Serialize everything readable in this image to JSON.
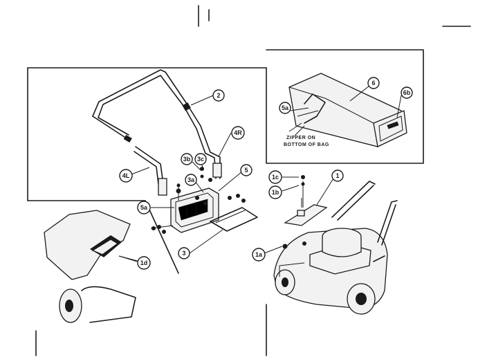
{
  "callouts": {
    "c2": "2",
    "c4r": "4R",
    "c4l": "4L",
    "c3b": "3b",
    "c3c": "3c",
    "c3a": "3a",
    "c5": "5",
    "c5a_left": "5a",
    "c3": "3",
    "c6": "6",
    "c6b": "6b",
    "c5a_bag": "5a",
    "c1c": "1c",
    "c1b": "1b",
    "c1": "1",
    "c1a": "1a",
    "c1d": "1d"
  },
  "notes": {
    "zipper_line1": "ZIPPER ON",
    "zipper_line2": "BOTTOM OF BAG"
  },
  "colors": {
    "ink": "#1a1a1a",
    "paper": "#ffffff"
  }
}
